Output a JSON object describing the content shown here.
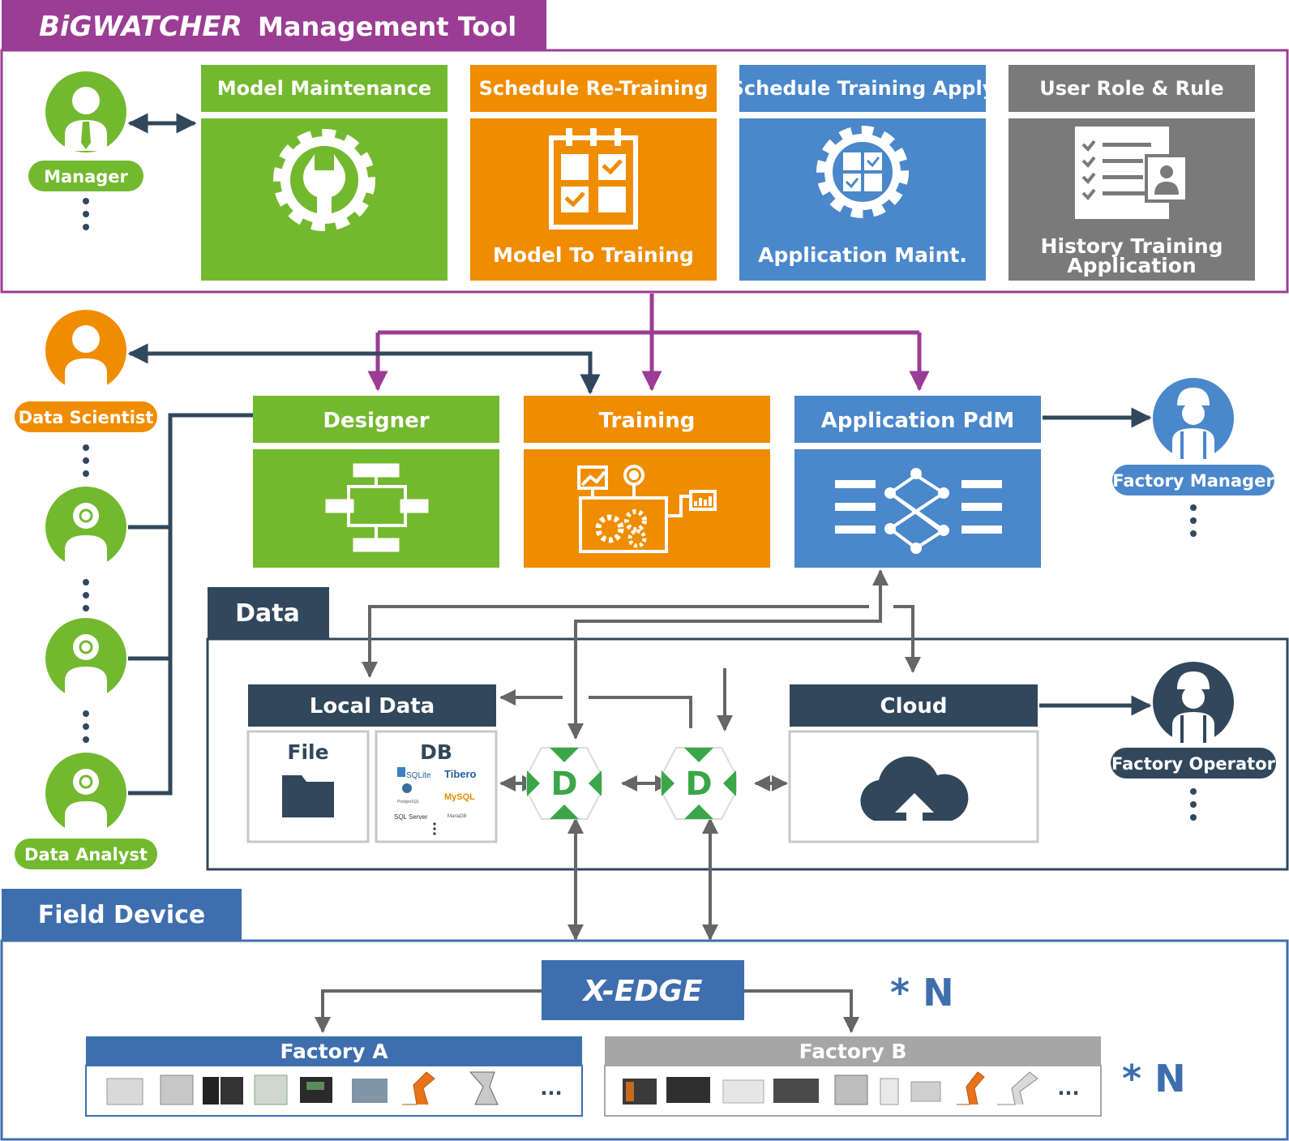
{
  "title": {
    "brand": "BiGWATCHER",
    "rest": "Management Tool"
  },
  "colors": {
    "purple": "#9b3d94",
    "green": "#73b92f",
    "orange": "#f08c00",
    "blue": "#4a87cb",
    "gray": "#7a7a7a",
    "navy": "#31475c",
    "factory_a": "#3f6eae",
    "factory_b": "#a6a6a6"
  },
  "tool_modules": [
    {
      "header": "Model Maintenance",
      "label": "",
      "icon": "gear-wrench-icon"
    },
    {
      "header": "Schedule Re-Training",
      "label": "Model To Training",
      "icon": "calendar-check-icon"
    },
    {
      "header": "Schedule Training Apply",
      "label": "Application Maint.",
      "icon": "gear-grid-icon"
    },
    {
      "header": "User Role & Rule",
      "label_line1": "History Training",
      "label_line2": "Application",
      "icon": "checklist-user-icon"
    }
  ],
  "roles": {
    "manager": "Manager",
    "data_scientist": "Data Scientist",
    "data_analyst": "Data Analyst",
    "factory_manager": "Factory Manager",
    "factory_operator": "Factory Operator"
  },
  "core_modules": [
    {
      "header": "Designer",
      "icon": "flowchart-icon"
    },
    {
      "header": "Training",
      "icon": "gears-chart-icon"
    },
    {
      "header": "Application PdM",
      "icon": "network-graph-icon"
    }
  ],
  "data_section": {
    "title": "Data",
    "local_data": {
      "title": "Local Data",
      "file": "File",
      "db": "DB",
      "db_logos": [
        "SQLite",
        "Tibero",
        "PostgreSQL",
        "MySQL",
        "SQL Server",
        "MariaDB"
      ]
    },
    "cloud": {
      "title": "Cloud"
    },
    "d_node": "D"
  },
  "field_section": {
    "title": "Field Device",
    "edge": "X-EDGE",
    "multiplier": "* N",
    "factory_a": {
      "title": "Factory A",
      "more": "..."
    },
    "factory_b": {
      "title": "Factory B",
      "more": "..."
    }
  }
}
